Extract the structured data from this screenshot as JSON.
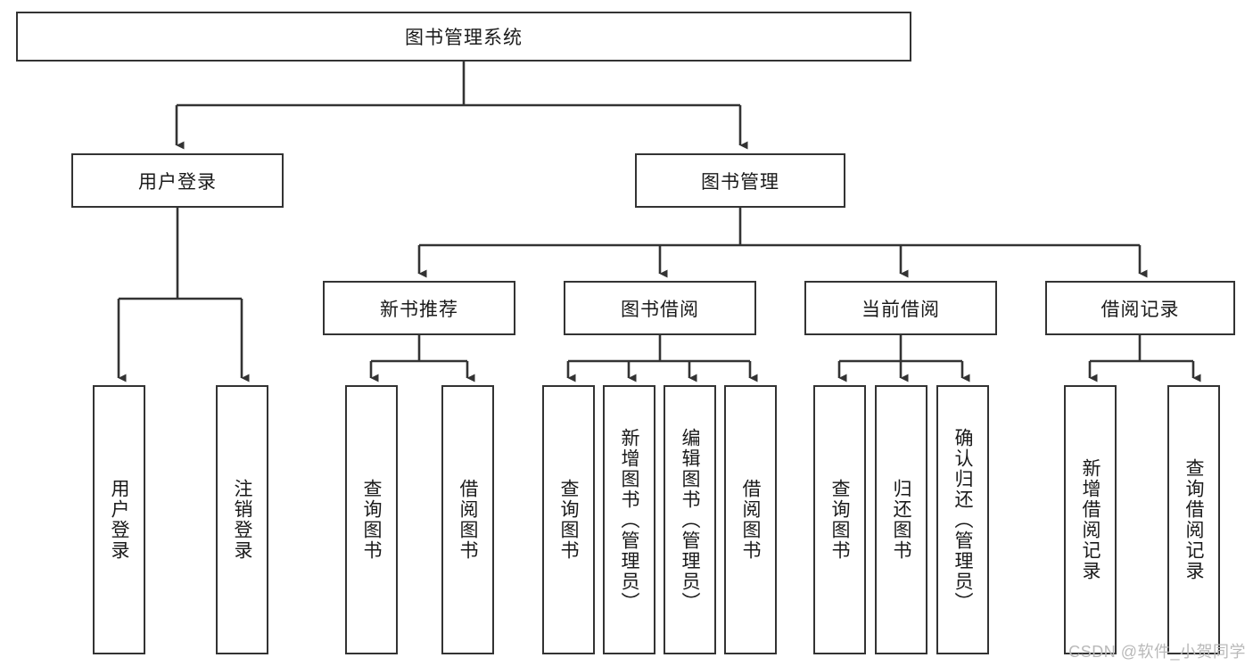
{
  "diagram": {
    "title": "图书管理系统",
    "type": "tree-hierarchy",
    "root": {
      "label": "图书管理系统"
    },
    "level2": [
      {
        "label": "用户登录"
      },
      {
        "label": "图书管理"
      }
    ],
    "level3": [
      {
        "label": "新书推荐"
      },
      {
        "label": "图书借阅"
      },
      {
        "label": "当前借阅"
      },
      {
        "label": "借阅记录"
      }
    ],
    "leaves": {
      "user_login": [
        {
          "label": "用户登录"
        },
        {
          "label": "注销登录"
        }
      ],
      "new_book_recommend": [
        {
          "label": "查询图书"
        },
        {
          "label": "借阅图书"
        }
      ],
      "book_borrow": [
        {
          "label": "查询图书"
        },
        {
          "label": "新增图书（管理员）"
        },
        {
          "label": "编辑图书（管理员）"
        },
        {
          "label": "借阅图书"
        }
      ],
      "current_borrow": [
        {
          "label": "查询图书"
        },
        {
          "label": "归还图书"
        },
        {
          "label": "确认归还（管理员）"
        }
      ],
      "borrow_record": [
        {
          "label": "新增借阅记录"
        },
        {
          "label": "查询借阅记录"
        }
      ]
    }
  },
  "watermark": {
    "text": "CSDN @软件_小贺同学"
  },
  "colors": {
    "stroke": "#333333",
    "text": "#1a1a1a",
    "background": "#ffffff",
    "watermark": "#b9b9b9"
  }
}
